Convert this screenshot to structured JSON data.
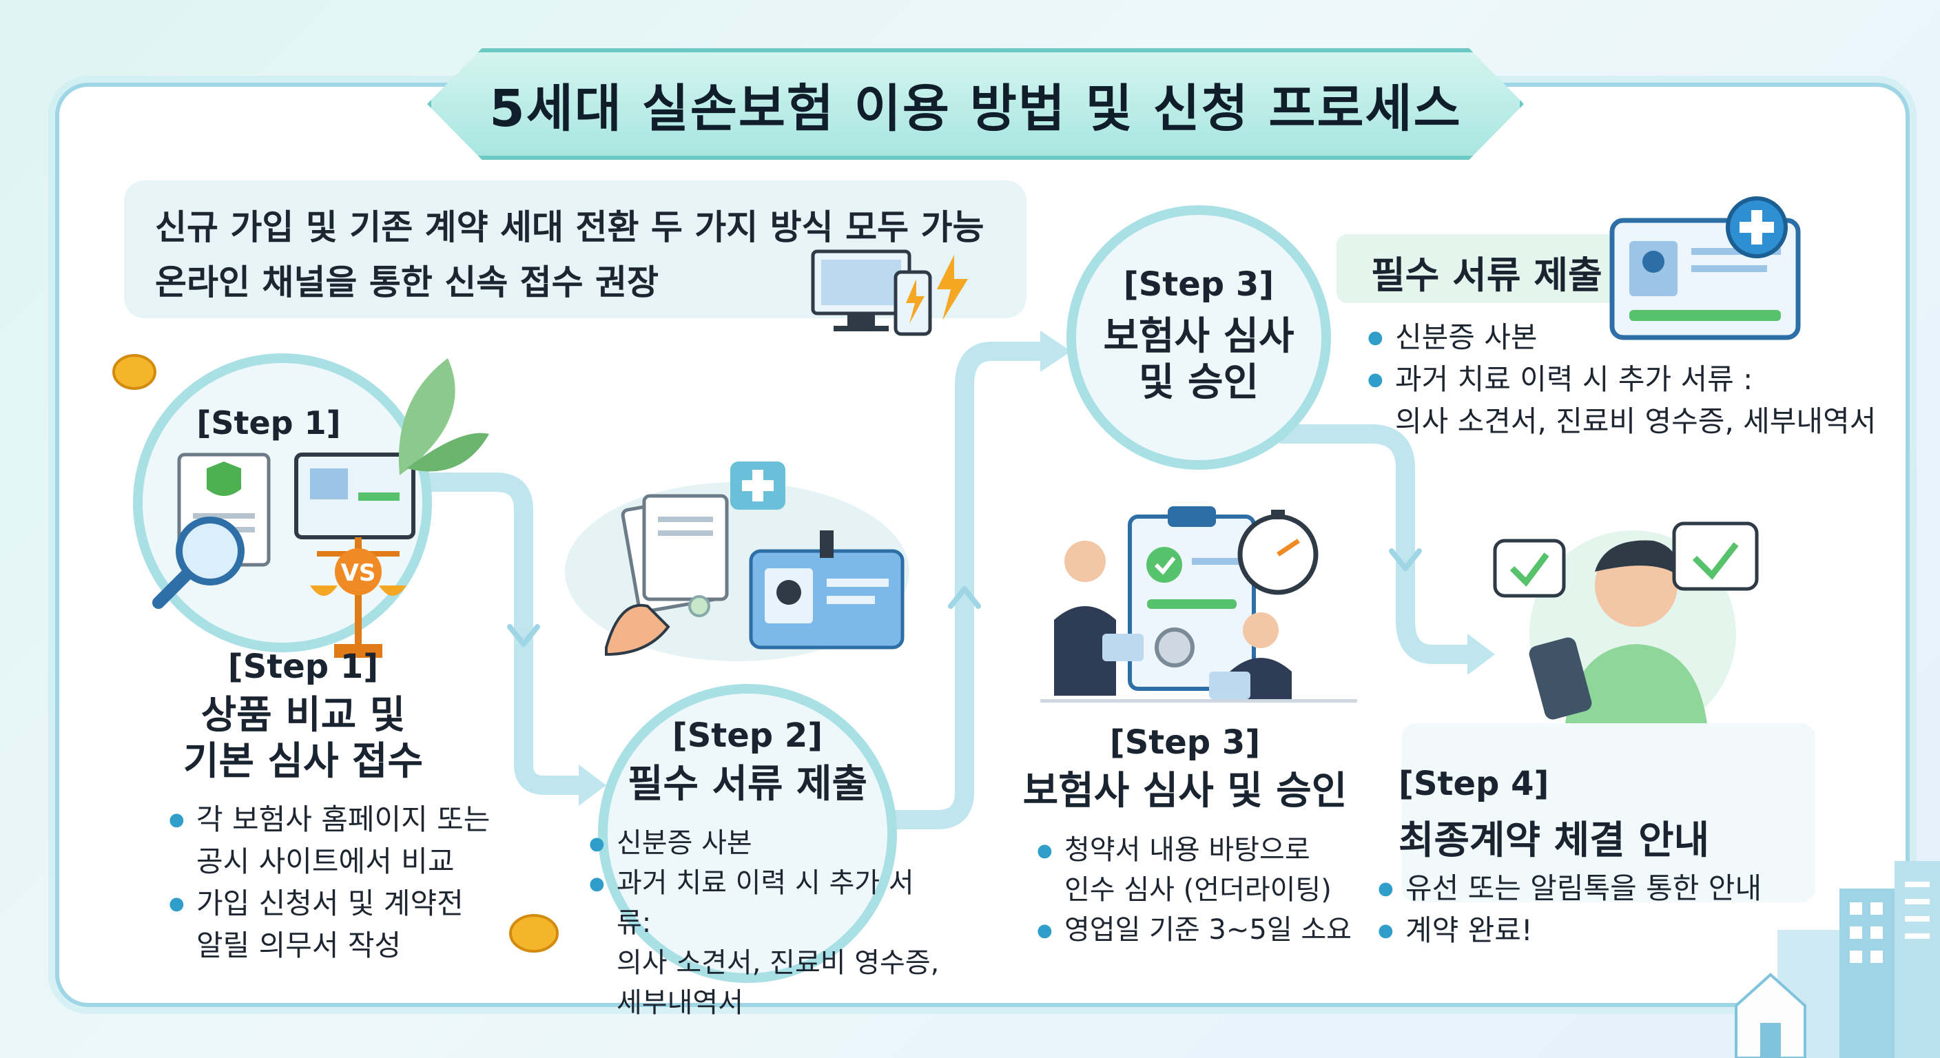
{
  "title": "5세대 실손보험 이용 방법 및 신청 프로세스",
  "intro": {
    "line1": "신규 가입 및 기존 계약 세대 전환 두 가지 방식 모두 가능",
    "line2": "온라인 채널을 통한 신속 접수 권장"
  },
  "step1": {
    "circle_label": "[Step 1]",
    "vs_label": "VS",
    "label": "[Step 1]",
    "heading_line1": "상품 비교 및",
    "heading_line2": "기본 심사 접수",
    "bullets": [
      {
        "l1": "각 보험사 홈페이지 또는",
        "l2": "공시 사이트에서 비교"
      },
      {
        "l1": "가입 신청서 및 계약전",
        "l2": "알릴 의무서 작성"
      }
    ]
  },
  "step2": {
    "label": "[Step 2]",
    "heading": "필수 서류 제출",
    "bullets": [
      {
        "l1": "신분증 사본"
      },
      {
        "l1": "과거 치료 이력 시 추가 서류:",
        "l2": "의사 소견서, 진료비 영수증,",
        "l3": "세부내역서"
      }
    ]
  },
  "step3_circle": {
    "label": "[Step 3]",
    "heading_line1": "보험사 심사",
    "heading_line2": "및 승인"
  },
  "docs_panel": {
    "heading": "필수 서류 제출",
    "bullets": [
      {
        "l1": "신분증 사본"
      },
      {
        "l1": "과거 치료 이력 시 추가 서류 :",
        "l2": "의사 소견서, 진료비 영수증, 세부내역서"
      }
    ]
  },
  "step3": {
    "label": "[Step 3]",
    "heading": "보험사 심사 및 승인",
    "bullets": [
      {
        "l1": "청약서 내용 바탕으로",
        "l2": "인수 심사 (언더라이팅)"
      },
      {
        "l1": "영업일 기준 3~5일 소요"
      }
    ]
  },
  "step4": {
    "label": "[Step 4]",
    "heading": "최종계약 체결 안내",
    "bullets": [
      {
        "l1": "유선 또는 알림톡을 통한 안내"
      },
      {
        "l1": "계약 완료!"
      }
    ]
  },
  "colors": {
    "accent": "#2f9fc9",
    "teal": "#6cc9c4",
    "path": "#bfe6ee",
    "vs": "#f08a24"
  }
}
